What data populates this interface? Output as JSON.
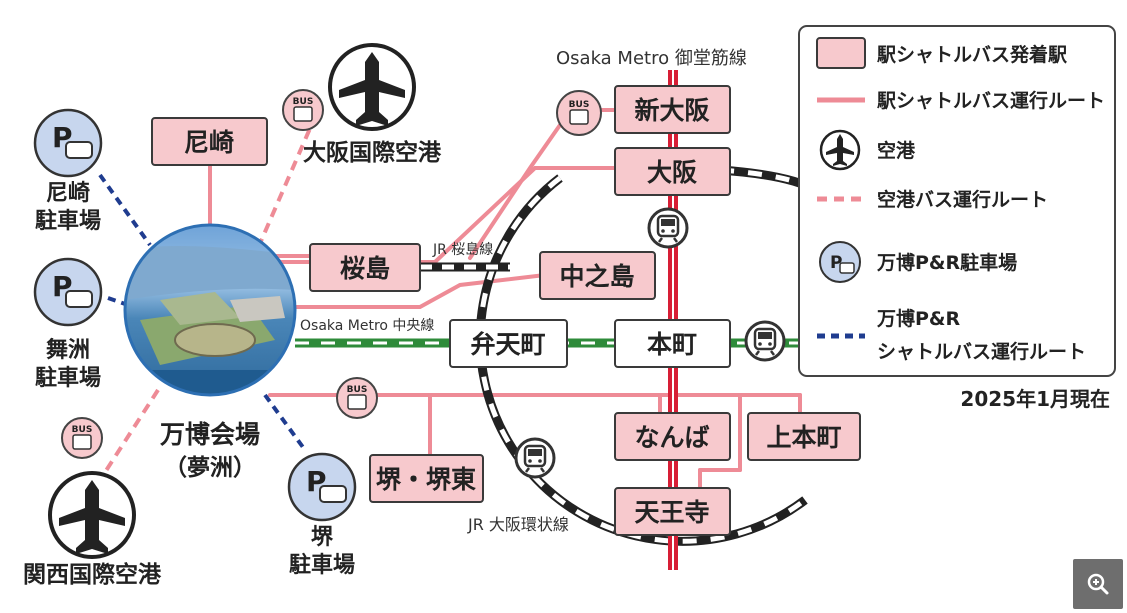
{
  "colors": {
    "shuttle_route": "#ee8b96",
    "station_fill": "#f7c9cd",
    "station_stroke": "#3a3a3a",
    "parking_fill": "#c7d6ee",
    "parking_route": "#1f3c8f",
    "metro_midosuji": "#d71e35",
    "metro_chuo": "#2e8b3a",
    "jr": "#222222",
    "zoom_button": "#6e6e6e"
  },
  "stations": {
    "amagasaki": "尼崎",
    "shin_osaka": "新大阪",
    "osaka": "大阪",
    "sakurajima": "桜島",
    "nakanoshima": "中之島",
    "bentencho": "弁天町",
    "honmachi": "本町",
    "namba": "なんば",
    "uehommachi": "上本町",
    "sakai": "堺・堺東",
    "tennoji": "天王寺"
  },
  "line_labels": {
    "midosuji": "Osaka Metro 御堂筋線",
    "jr_yumesaki": "JR 桜島線",
    "chuo": "Osaka Metro 中央線",
    "jr_loop": "JR 大阪環状線"
  },
  "airports": {
    "itami": "大阪国際空港",
    "kansai": "関西国際空港"
  },
  "parking": {
    "amagasaki_1": "尼崎",
    "amagasaki_2": "駐車場",
    "maishima_1": "舞洲",
    "maishima_2": "駐車場",
    "sakai_1": "堺",
    "sakai_2": "駐車場"
  },
  "venue": {
    "name": "万博会場",
    "sub": "（夢洲）"
  },
  "icons": {
    "bus_text": "BUS",
    "parking_text": "P"
  },
  "legend": {
    "station": "駅シャトルバス発着駅",
    "route": "駅シャトルバス運行ルート",
    "airport": "空港",
    "airport_route": "空港バス運行ルート",
    "parking": "万博P&R駐車場",
    "parking_route_1": "万博P&R",
    "parking_route_2": "シャトルバス運行ルート"
  },
  "date_note": "2025年1月現在"
}
